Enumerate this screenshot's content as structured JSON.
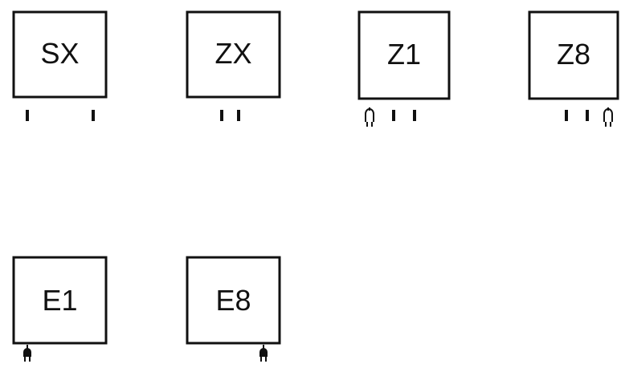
{
  "diagram": {
    "units": [
      {
        "id": "sx",
        "label": "SX",
        "connection": "two-pipe-wide"
      },
      {
        "id": "zx",
        "label": "ZX",
        "connection": "two-pipe-center"
      },
      {
        "id": "z1",
        "label": "Z1",
        "connection": "plug-left-plus-two-pipes"
      },
      {
        "id": "z8",
        "label": "Z8",
        "connection": "two-pipes-plus-plug-right"
      },
      {
        "id": "e1",
        "label": "E1",
        "connection": "plug-left"
      },
      {
        "id": "e8",
        "label": "E8",
        "connection": "plug-right"
      }
    ]
  },
  "colors": {
    "stroke": "#111111",
    "background": "#ffffff"
  }
}
